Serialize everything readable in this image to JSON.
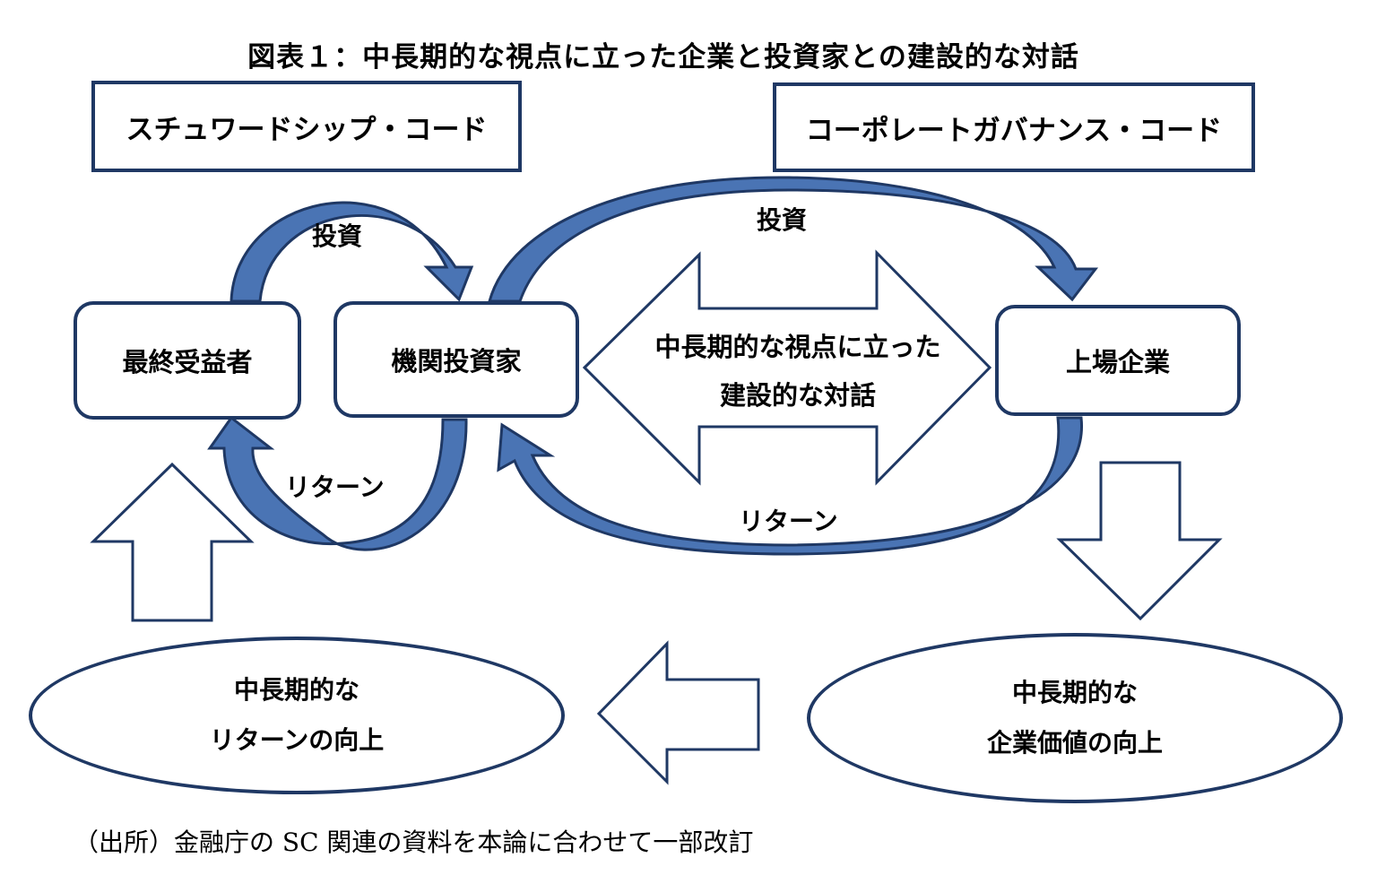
{
  "title": "図表１：中長期的な視点に立った企業と投資家との建設的な対話",
  "header_boxes": {
    "left": "スチュワードシップ・コード",
    "right": "コーポレートガバナンス・コード"
  },
  "nodes": {
    "beneficiary": "最終受益者",
    "institutional_investor": "機関投資家",
    "listed_company": "上場企業"
  },
  "flows": {
    "investment_left": "投資",
    "investment_right": "投資",
    "return_left": "リターン",
    "return_right": "リターン"
  },
  "dialogue": {
    "line1": "中長期的な視点に立った",
    "line2": "建設的な対話"
  },
  "outcomes": {
    "left_line1": "中長期的な",
    "left_line2": "リターンの向上",
    "right_line1": "中長期的な",
    "right_line2": "企業価値の向上"
  },
  "source": "（出所）金融庁の SC 関連の資料を本論に合わせて一部改訂",
  "colors": {
    "arrow_fill": "#4a74b4",
    "arrow_stroke": "#1f3864",
    "box_border": "#1f3864"
  }
}
